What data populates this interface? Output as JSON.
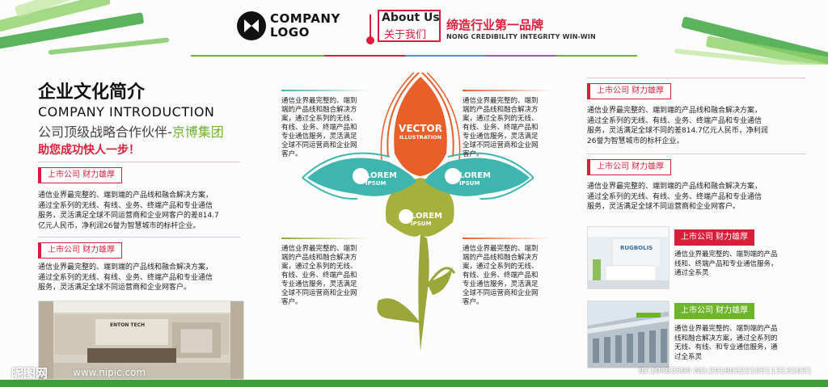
{
  "header": {
    "logo_line1": "COMPANY",
    "logo_line2": "LOGO",
    "about_en": "About Us",
    "about_cn": "关于我们",
    "slogan": "缔造行业第一品牌",
    "slogan_en": "NONG CREDIBILITY INTEGRITY WIN-WIN"
  },
  "intro": {
    "title": "企业文化简介",
    "title_en": "COMPANY INTRODUCTION",
    "partner_prefix": "公司顶级战略合作伙伴-",
    "partner_name": "京博集团",
    "help": "助您成功快人一步！"
  },
  "left_blocks": [
    {
      "tag": "上市公司 财力雄厚",
      "lines": [
        "通信业界最完整的、端到端的产品线和融合解决方案，",
        "通过全系列的无线、有线、业务、终端产品和专业通信",
        "服务，灵活满足全球不同运营商和企业网客户的差814.7",
        "亿元人民币，净利润26誉为智慧城市的标杆企业。"
      ]
    },
    {
      "tag": "上市公司 财力雄厚",
      "lines": [
        "通信业界最完整的、端到端的产品线和融合解决方案，",
        "通过全系列的无线、有线、业务、终端产品和专业通信",
        "服务，灵活满足全球不同运营商和企业网客户。"
      ]
    }
  ],
  "lobby_sign": "ENTON TECH",
  "center": {
    "petal_top_1": "VECTOR",
    "petal_top_2": "ILLUSTRATION",
    "petal_left_1": "LOREM",
    "petal_left_2": "IPSUM",
    "petal_right_1": "LOREM",
    "petal_right_2": "IPSUM",
    "petal_bottom_1": "LOREM",
    "petal_bottom_2": "IPSUM",
    "texts": [
      [
        "通信业界最完整的、端到",
        "端的产品线和融合解决方",
        "案，通过全系列的无线、",
        "有线、业务、终端产品和",
        "专业通信服务，灵活满足",
        "全球不同运营商和企业网",
        "客户。"
      ],
      [
        "通信业界最完整的、端到",
        "端的产品线和融合解决方",
        "案，通过全系列的无线、",
        "有线、业务、终端产品和",
        "专业通信服务，灵活满足",
        "全球不同运营商和企业网",
        "客户。"
      ],
      [
        "通信业界最完整的、端到",
        "端的产品线和融合解决方",
        "案，通过全系列的无线、",
        "有线、业务、终端产品和",
        "专业通信服务，灵活满足",
        "全球不同运营商和企业网",
        "客户。"
      ],
      [
        "通信业界最完整的、端到",
        "端的产品线和融合解决方",
        "案，通过全系列的无线、",
        "有线、业务、终端产品和",
        "专业通信服务，灵活满足",
        "全球不同运营商和企业网",
        "客户。"
      ]
    ]
  },
  "right_blocks": [
    {
      "tag": "上市公司 财力雄厚",
      "lines": [
        "通信业界最完整的、端到端的产品线和融合解决方案，",
        "通过全系列的无线、有线、业务、终端产品和专业通信",
        "服务，灵活满足全球不同的差814.7亿元人民币，净利润",
        "26誉为智慧城市的标杆企业。"
      ]
    },
    {
      "tag": "上市公司 财力雄厚",
      "lines": [
        "通信业界最完整的、端到端的产品线和融合解决方案，",
        "通过全系列的无线、有线、业务、终端产品和专业通信",
        "服务，灵活满足全球不同运营商和企业网客户。"
      ]
    }
  ],
  "photo_blocks": [
    {
      "tag": "上市公司 财力雄厚",
      "sign": "RUGBOLIS",
      "lines": [
        "通信业界最完整的、端到端的产品",
        "线和、终端产品和专业通信服务，",
        "通过全系灵"
      ]
    },
    {
      "tag": "上市公司 财力雄厚",
      "lines": [
        "通信业界最完整的、端到端的产品",
        "线和融合解决方案，通过全系列的",
        "无线、有线、和专业通信服务，通",
        "过全系灵"
      ]
    }
  ],
  "watermark": {
    "site": "昵图网",
    "url": "www.nipic.com",
    "id": "ID:10483590 NO:20180322105113131031"
  },
  "colors": {
    "red": "#d81e3a",
    "orange": "#e95f2a",
    "teal": "#3fb5b0",
    "olive": "#9aa63a",
    "green": "#6fb52c"
  }
}
